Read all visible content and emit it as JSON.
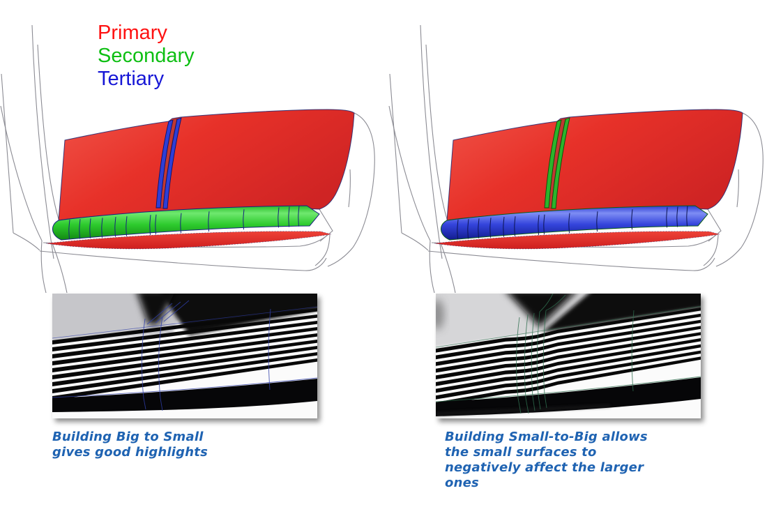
{
  "page": {
    "background": "#ffffff"
  },
  "legend": {
    "items": [
      {
        "label": "Primary",
        "color": "#fe1111"
      },
      {
        "label": "Secondary",
        "color": "#0dbf12"
      },
      {
        "label": "Tertiary",
        "color": "#1717d6"
      }
    ]
  },
  "surface_colors": {
    "primary_fill": "#e6302b",
    "secondary_fill": "#2ec42e",
    "tertiary_fill": "#3242d8",
    "edge_outline": "#1b2470"
  },
  "panels": [
    {
      "name": "big-to-small",
      "model": {
        "main_surface": "primary",
        "rocker_strip": "secondary",
        "groove": "tertiary"
      },
      "zebra_line_color": "#2e3da8",
      "caption": "Building Big to Small gives good highlights"
    },
    {
      "name": "small-to-big",
      "model": {
        "main_surface": "primary",
        "rocker_strip": "tertiary",
        "groove": "secondary"
      },
      "zebra_line_color": "#2e6e4e",
      "caption": "Building Small-to-Big allows the small surfaces to negatively affect the larger ones"
    }
  ],
  "caption_color": "#1f63b2"
}
